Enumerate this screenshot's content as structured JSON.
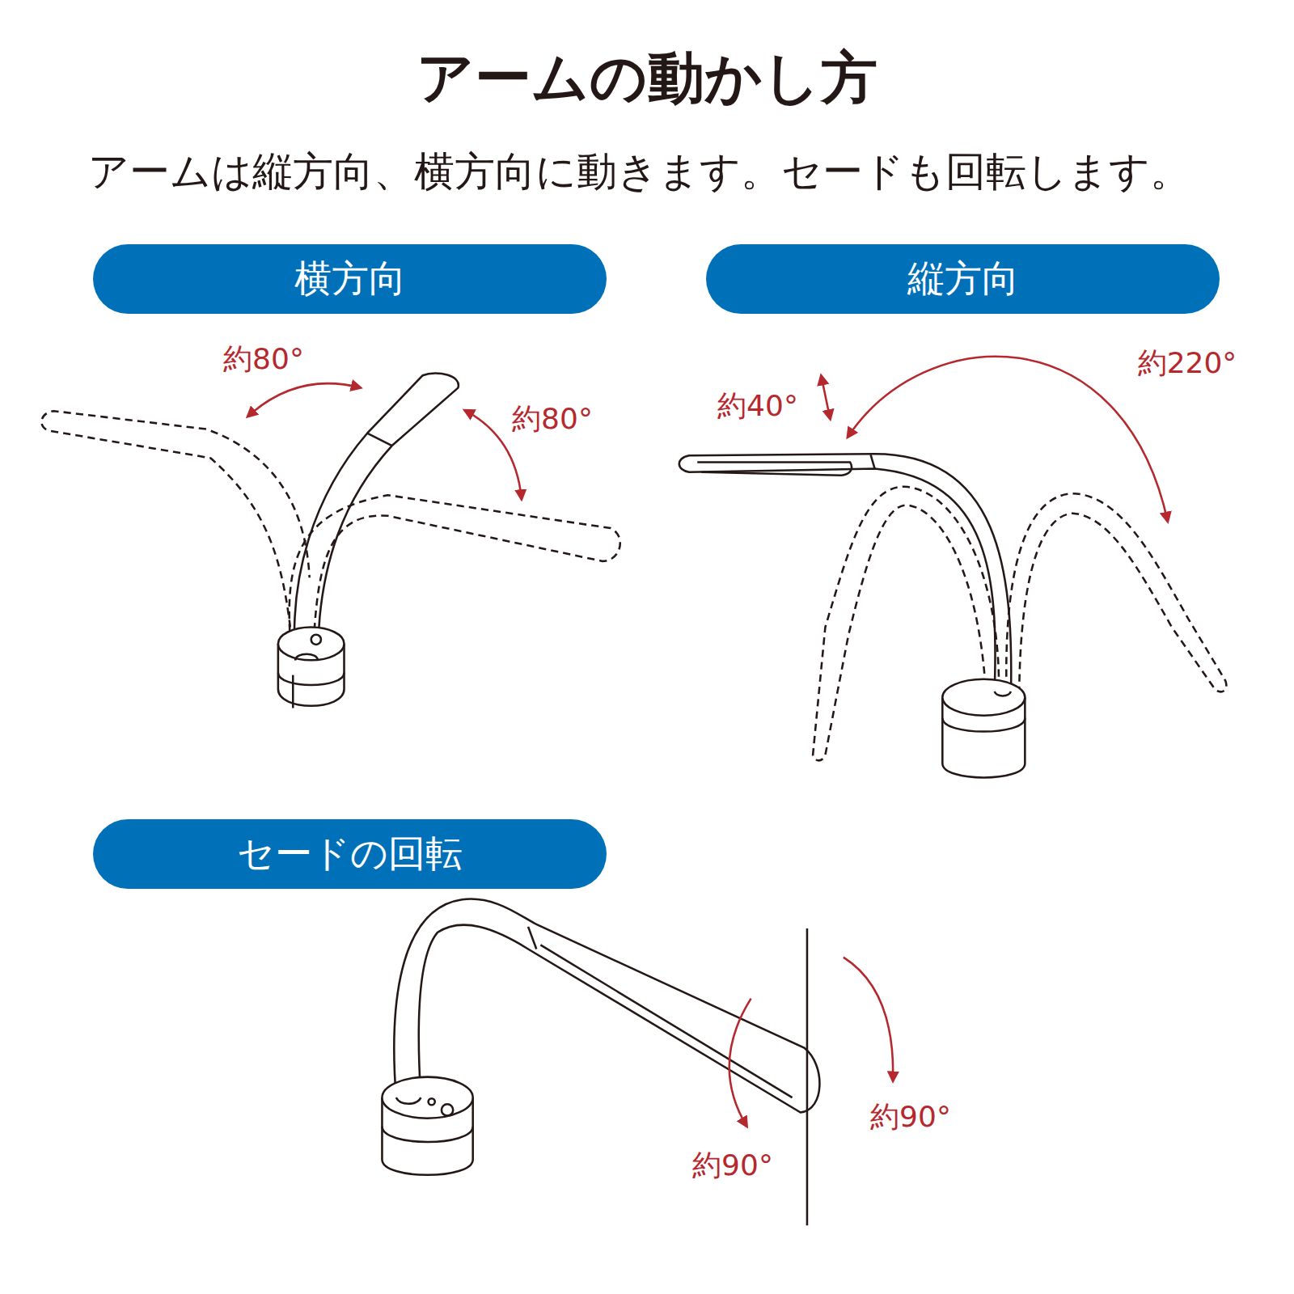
{
  "diagram": {
    "title": "アームの動かし方",
    "nodes": [
      {
        "text": [
          "横方向"
        ]
      },
      {
        "text": [
          "縦方向"
        ]
      },
      {
        "text": [
          "セードの回転"
        ]
      }
    ],
    "labels": [
      "アームは縦方向、横方向に動きます。セードも回転します。",
      "約80°",
      "約80°",
      "約40°",
      "約220°",
      "約90°",
      "約90°"
    ]
  }
}
